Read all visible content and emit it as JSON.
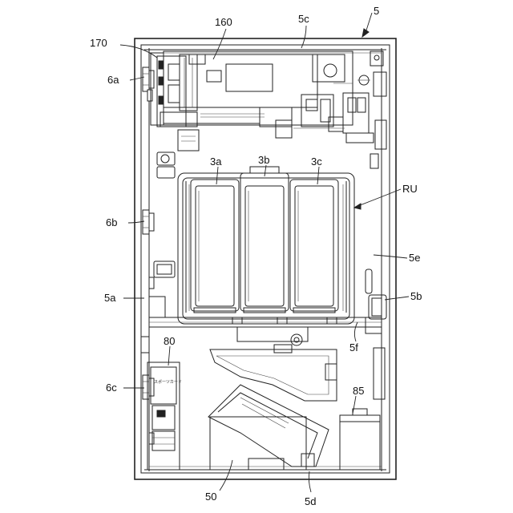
{
  "labels": {
    "l5": "5",
    "l5c": "5c",
    "l160": "160",
    "l170": "170",
    "l6a": "6a",
    "l3a": "3a",
    "l3b": "3b",
    "l3c": "3c",
    "lRU": "RU",
    "l6b": "6b",
    "l5e": "5e",
    "l5a": "5a",
    "l5b": "5b",
    "l5f": "5f",
    "l80": "80",
    "l6c": "6c",
    "l85": "85",
    "l50": "50",
    "l5d": "5d"
  },
  "device_text": {
    "panel_label": "スポーツカード"
  },
  "colors": {
    "line": "#222222",
    "background": "#ffffff"
  }
}
